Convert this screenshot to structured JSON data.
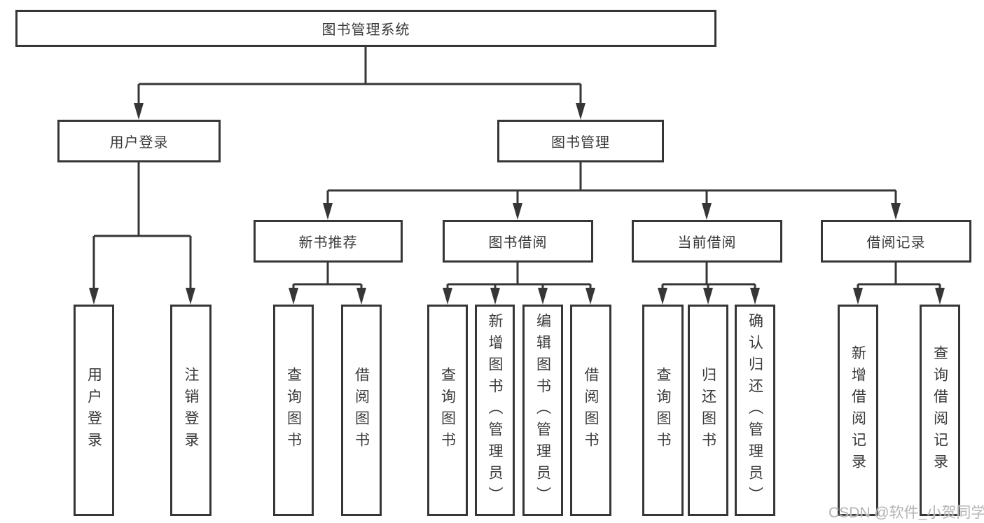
{
  "structure": {
    "root": "图书管理系统",
    "children": [
      {
        "label": "用户登录",
        "children": [
          "用户登录",
          "注销登录"
        ]
      },
      {
        "label": "图书管理",
        "children": [
          {
            "label": "新书推荐",
            "children": [
              "查询图书",
              "借阅图书"
            ]
          },
          {
            "label": "图书借阅",
            "children": [
              "查询图书",
              "新增图书（管理员）",
              "编辑图书（管理员）",
              "借阅图书"
            ]
          },
          {
            "label": "当前借阅",
            "children": [
              "查询图书",
              "归还图书",
              "确认归还（管理员）"
            ]
          },
          {
            "label": "借阅记录",
            "children": [
              "新增借阅记录",
              "查询借阅记录"
            ]
          }
        ]
      }
    ]
  },
  "watermark": {
    "text": "CSDN @软件_小贺同学"
  },
  "colors": {
    "line": "#363636",
    "text": "#3a3a3a",
    "box_background": "#ffffff",
    "watermark": "#b3b3b3",
    "background": "#ffffff"
  }
}
